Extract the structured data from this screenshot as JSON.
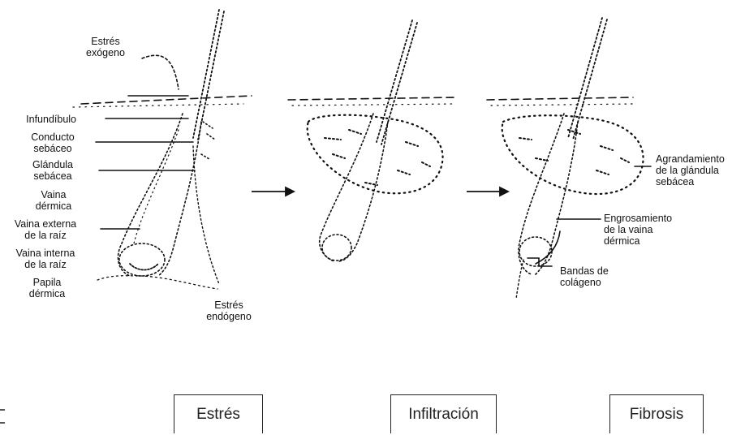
{
  "labels": {
    "exogenous_stress": "Estrés\nexógeno",
    "infundibulum": "Infundíbulo",
    "sebaceous_duct": "Conducto\nsebáceo",
    "sebaceous_gland": "Glándula\nsebácea",
    "dermal_sheath": "Vaina\ndérmica",
    "outer_root_sheath": "Vaina externa\nde la raíz",
    "inner_root_sheath": "Vaina interna\nde la raíz",
    "dermal_papilla": "Papila\ndérmica",
    "endogenous_stress": "Estrés\nendógeno",
    "gland_enlargement": "Agrandamiento\nde la glándula\nsebácea",
    "sheath_thickening": "Engrosamiento\nde la vaina\ndérmica",
    "collagen_bands": "Bandas de\ncolágeno"
  },
  "stages": [
    "Estrés",
    "Infiltración",
    "Fibrosis"
  ],
  "colors": {
    "ink": "#111111",
    "box_border": "#222222",
    "background": "#ffffff"
  }
}
